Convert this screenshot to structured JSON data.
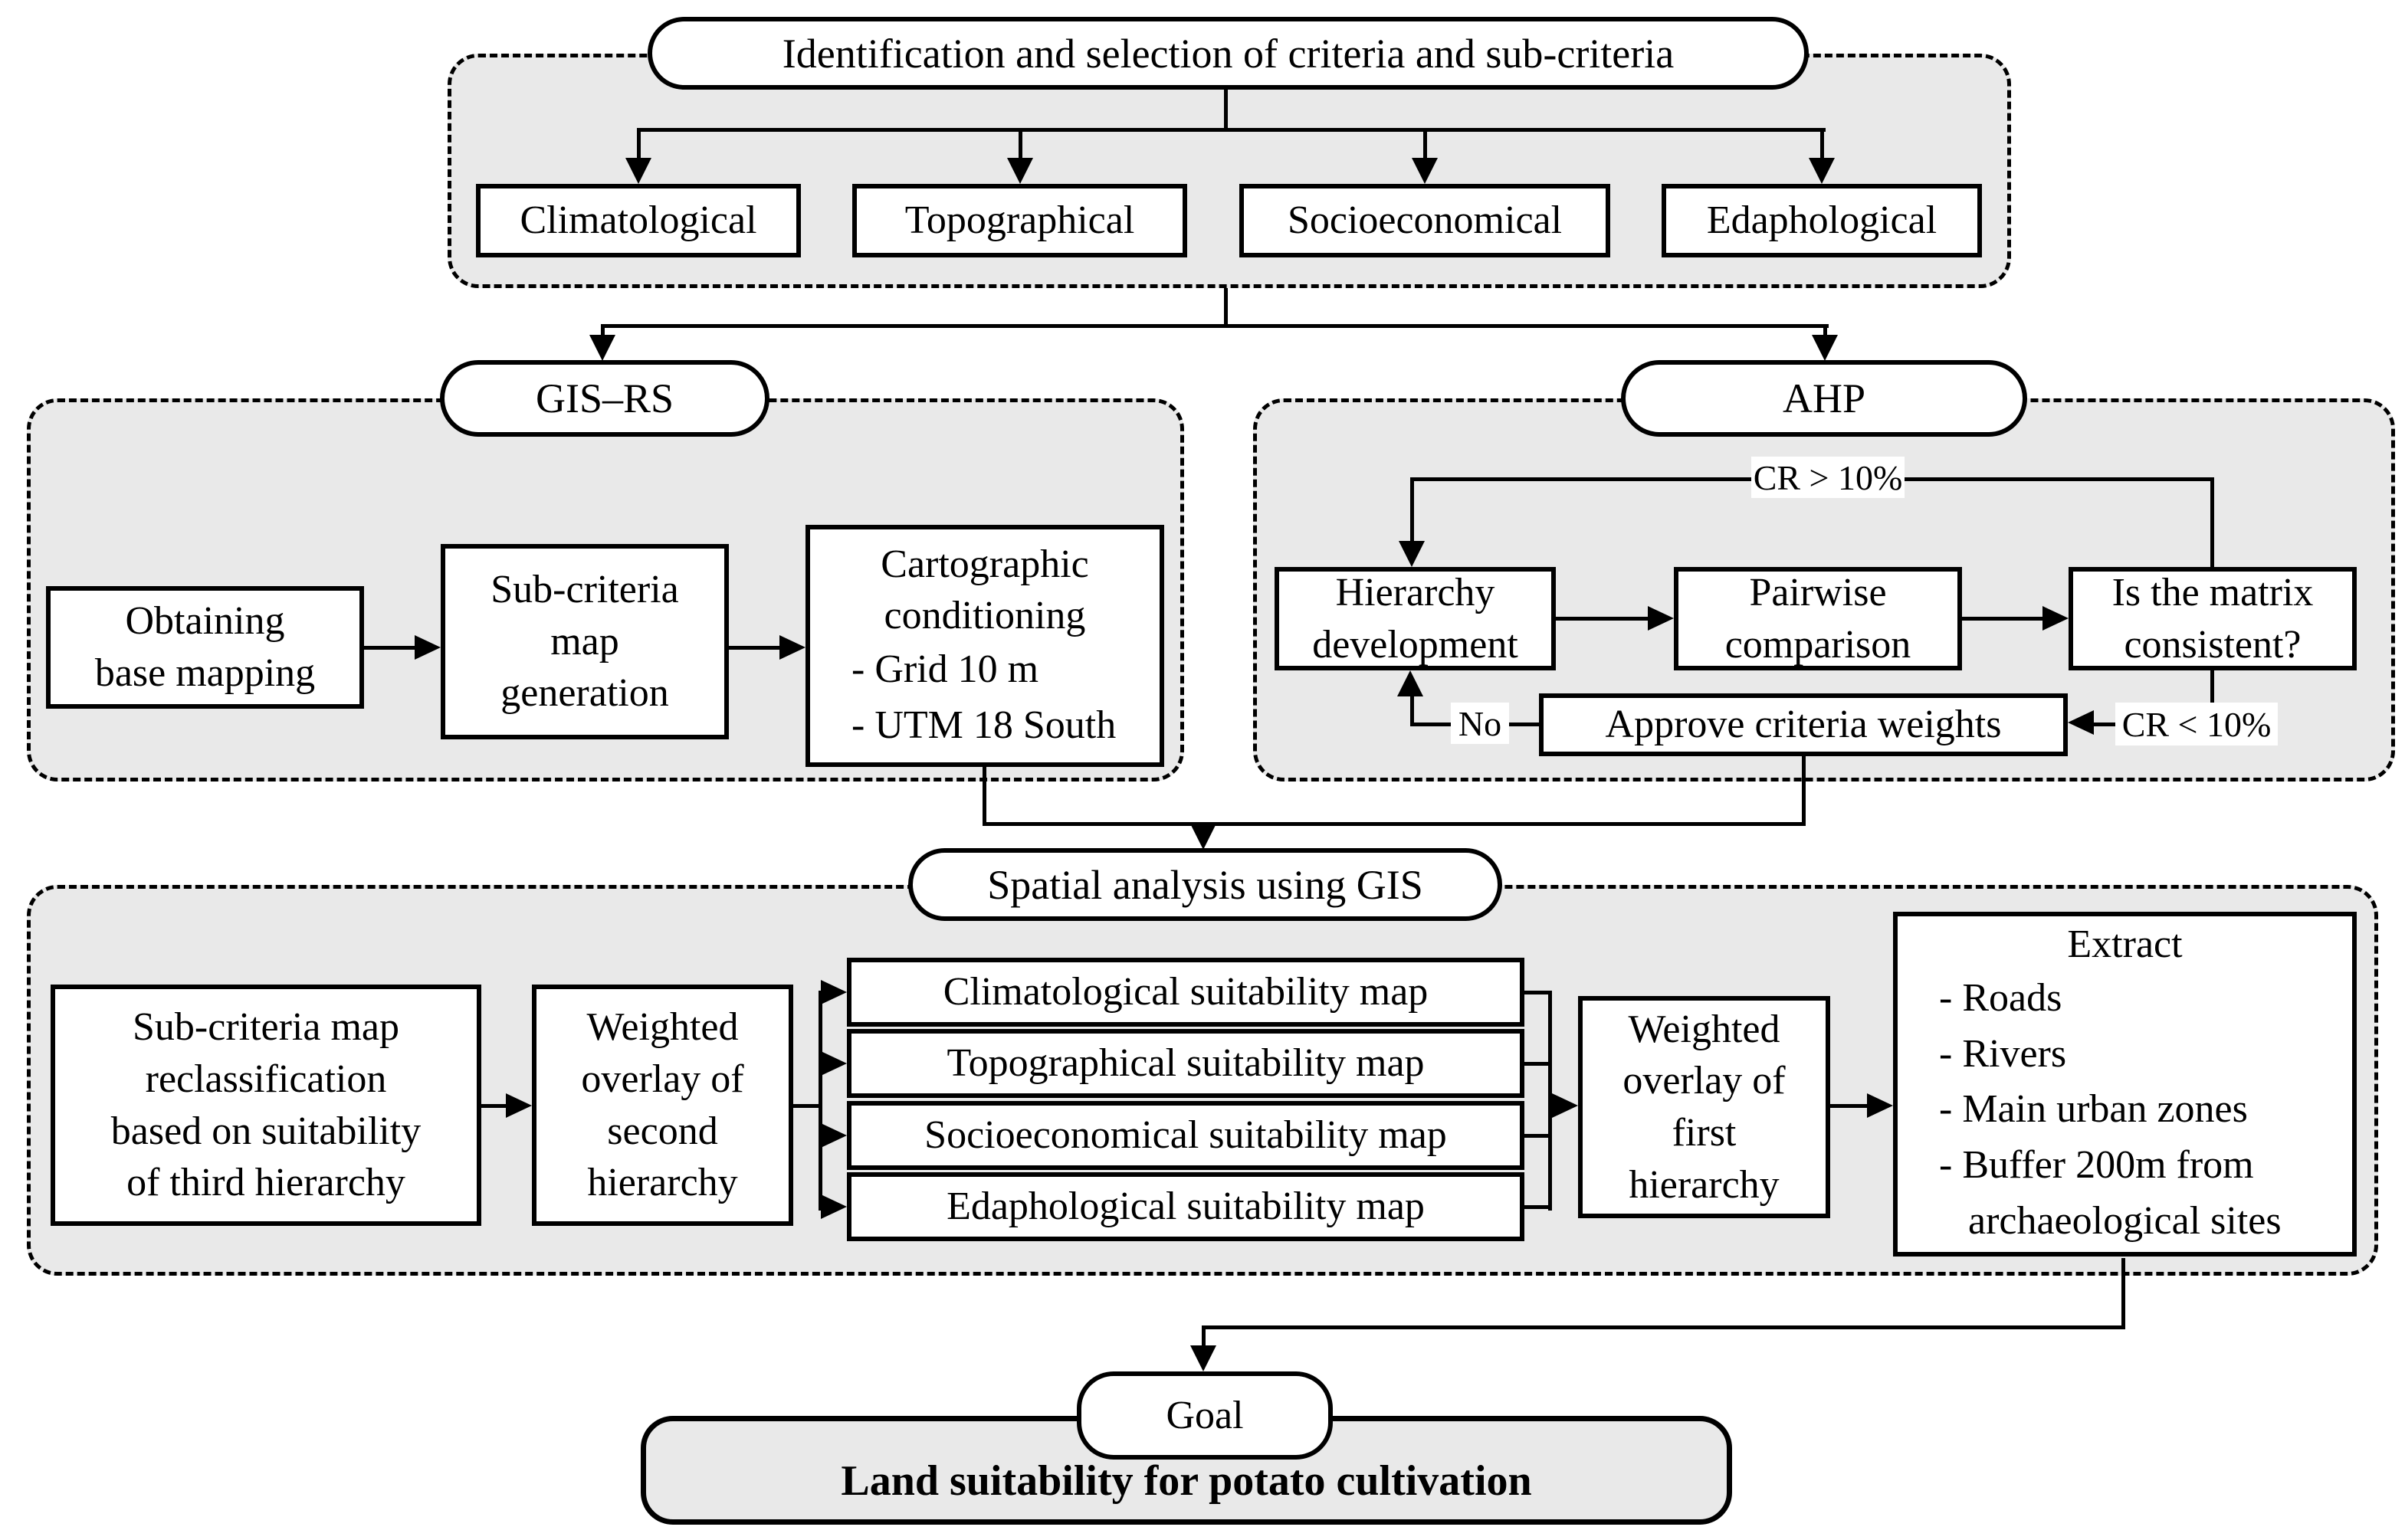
{
  "figure": {
    "type": "methodology-flowchart",
    "colors": {
      "zone_fill": "#e9e9e9",
      "node_fill": "#ffffff",
      "line": "#000000",
      "background": "#ffffff"
    }
  },
  "criteria_section": {
    "title": "Identification and selection of criteria and sub-criteria",
    "criteria": [
      "Climatological",
      "Topographical",
      "Socioeconomical",
      "Edaphological"
    ]
  },
  "gis_rs_section": {
    "title": "GIS–RS",
    "obtaining": "Obtaining\nbase mapping",
    "subcriteria": "Sub-criteria\nmap\ngeneration",
    "cartographic_title": "Cartographic\nconditioning",
    "cartographic_items": [
      "- Grid 10 m",
      "- UTM 18 South"
    ]
  },
  "ahp_section": {
    "title": "AHP",
    "hierarchy": "Hierarchy\ndevelopment",
    "pairwise": "Pairwise\ncomparison",
    "consistency": "Is the matrix\nconsistent?",
    "approve": "Approve criteria weights",
    "cr_fail": "CR > 10%",
    "cr_pass": "CR < 10%",
    "no": "No"
  },
  "spatial_section": {
    "title": "Spatial analysis using GIS",
    "reclassification": "Sub-criteria map\nreclassification\nbased on suitability\nof third hierarchy",
    "overlay_second": "Weighted\noverlay of\nsecond\nhierarchy",
    "maps": [
      "Climatological suitability map",
      "Topographical suitability map",
      "Socioeconomical suitability map",
      "Edaphological suitability map"
    ],
    "overlay_first": "Weighted\noverlay of\nfirst\nhierarchy",
    "extract_title": "Extract",
    "extract_items": [
      "- Roads",
      "- Rivers",
      "- Main urban zones",
      "- Buffer 200m from archaeological sites"
    ]
  },
  "goal_section": {
    "title": "Goal",
    "result": "Land suitability for potato cultivation"
  }
}
